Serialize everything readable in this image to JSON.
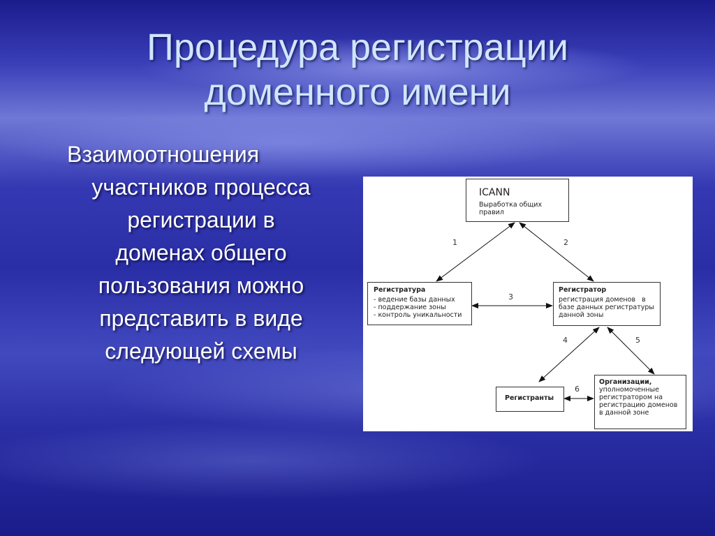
{
  "slide": {
    "title_line1": "Процедура регистрации",
    "title_line2": "доменного имени",
    "body_lines": [
      "Взаимоотношения",
      "участников процесса",
      "регистрации в",
      "доменах общего",
      "пользования можно",
      "представить в виде",
      "следующей схемы"
    ]
  },
  "diagram": {
    "icann": {
      "title": "ICANN",
      "subtitle": "Выработка общих правил"
    },
    "registry": {
      "title": "Регистратура",
      "items": [
        "- ведение базы данных",
        "- поддержание зоны",
        "- контроль уникальности"
      ]
    },
    "registrar": {
      "title": "Регистратор",
      "lines": [
        "регистрация доменов   в",
        "базе данных регистратуры",
        "данной зоны"
      ]
    },
    "registrants": {
      "title": "Регистранты"
    },
    "orgs": {
      "title": "Организации,",
      "lines": [
        "уполномоченные",
        "регистратором на",
        "регистрацию доменов",
        "в данной зоне"
      ]
    },
    "arrow_labels": [
      "1",
      "2",
      "3",
      "4",
      "5",
      "6"
    ]
  }
}
